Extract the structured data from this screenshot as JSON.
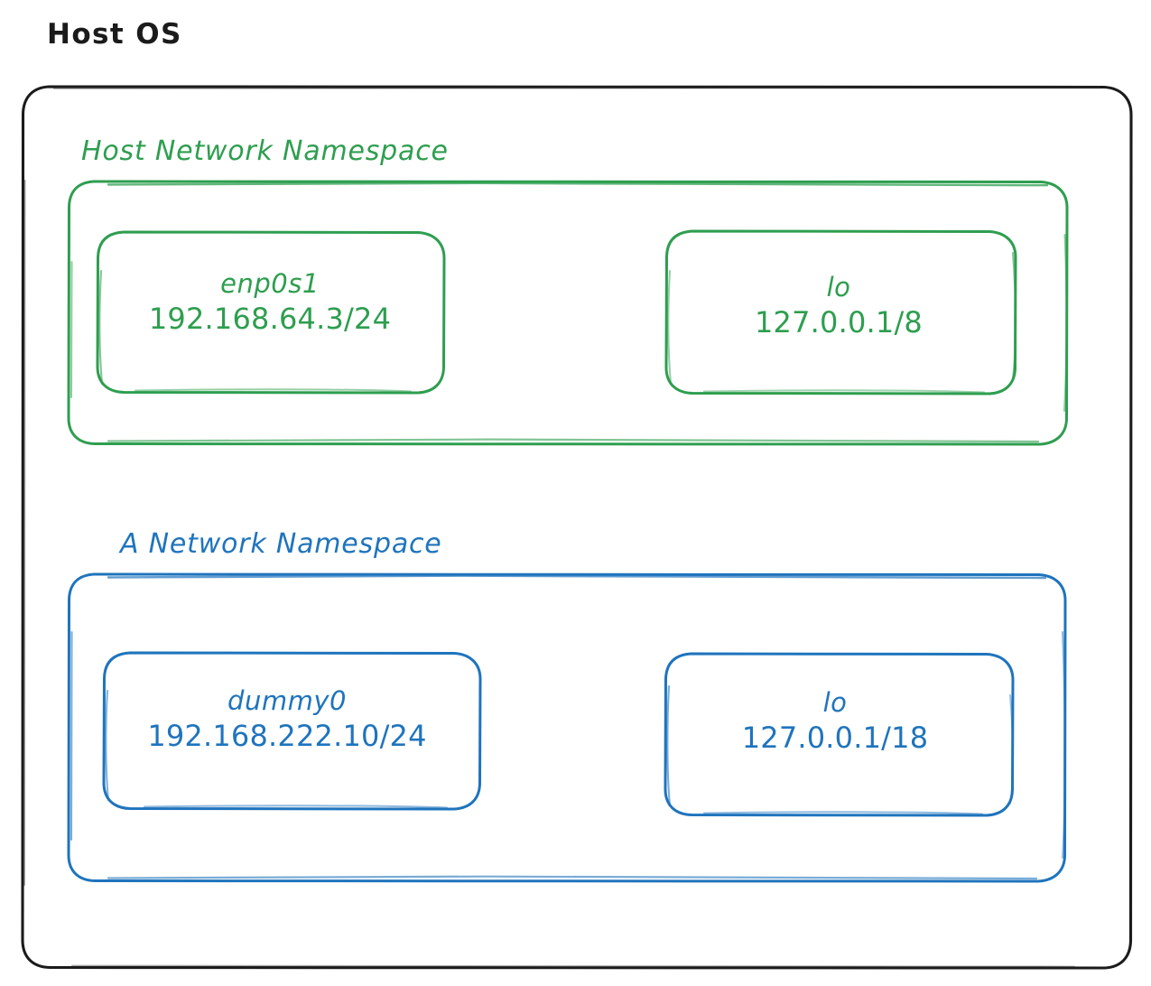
{
  "diagram": {
    "title": "Host OS",
    "style": "hand-drawn",
    "colors": {
      "host_os_stroke": "#1b1b1b",
      "host_namespace": "#2e9e4f",
      "other_namespace": "#1f74bd",
      "background": "#ffffff"
    },
    "namespaces": [
      {
        "label": "Host Network Namespace",
        "color": "#2e9e4f",
        "interfaces": [
          {
            "name": "enp0s1",
            "address": "192.168.64.3/24"
          },
          {
            "name": "lo",
            "address": "127.0.0.1/8"
          }
        ]
      },
      {
        "label": "A Network Namespace",
        "color": "#1f74bd",
        "interfaces": [
          {
            "name": "dummy0",
            "address": "192.168.222.10/24"
          },
          {
            "name": "lo",
            "address": "127.0.0.1/18"
          }
        ]
      }
    ]
  }
}
